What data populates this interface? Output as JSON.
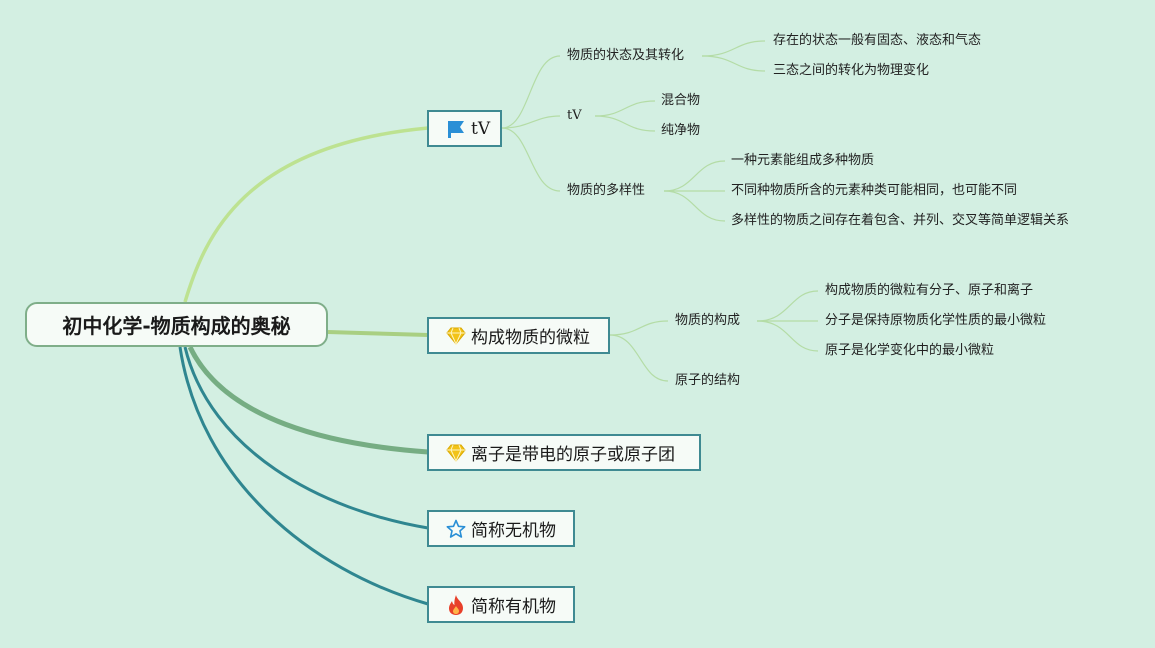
{
  "root": {
    "title": "初中化学-物质构成的奥秘"
  },
  "topics": [
    {
      "label": "tV",
      "icon": "flag-icon"
    },
    {
      "label": "构成物质的微粒",
      "icon": "diamond-icon"
    },
    {
      "label": "离子是带电的原子或原子团",
      "icon": "diamond-icon"
    },
    {
      "label": "简称无机物",
      "icon": "star-icon"
    },
    {
      "label": "简称有机物",
      "icon": "fire-icon"
    }
  ],
  "branches": {
    "tv": {
      "states": {
        "label": "物质的状态及其转化",
        "items": [
          "存在的状态一般有固态、液态和气态",
          "三态之间的转化为物理变化"
        ]
      },
      "tv_sub": {
        "label": "tV",
        "items": [
          "混合物",
          "纯净物"
        ]
      },
      "diversity": {
        "label": "物质的多样性",
        "items": [
          "一种元素能组成多种物质",
          "不同种物质所含的元素种类可能相同，也可能不同",
          "多样性的物质之间存在着包含、并列、交叉等简单逻辑关系"
        ]
      }
    },
    "particles": {
      "composition": {
        "label": "物质的构成",
        "items": [
          "构成物质的微粒有分子、原子和离子",
          "分子是保持原物质化学性质的最小微粒",
          "原子是化学变化中的最小微粒"
        ]
      },
      "atom_structure": {
        "label": "原子的结构"
      }
    }
  },
  "colors": {
    "background": "#d3efe2",
    "link_light": "#b9e08f",
    "link_green": "#7fb287",
    "link_teal": "#2f8690",
    "thin_link": "#b4dca6",
    "icon_blue": "#2a8fd6",
    "icon_yellow": "#f2c318",
    "icon_fire": "#e8402a"
  }
}
